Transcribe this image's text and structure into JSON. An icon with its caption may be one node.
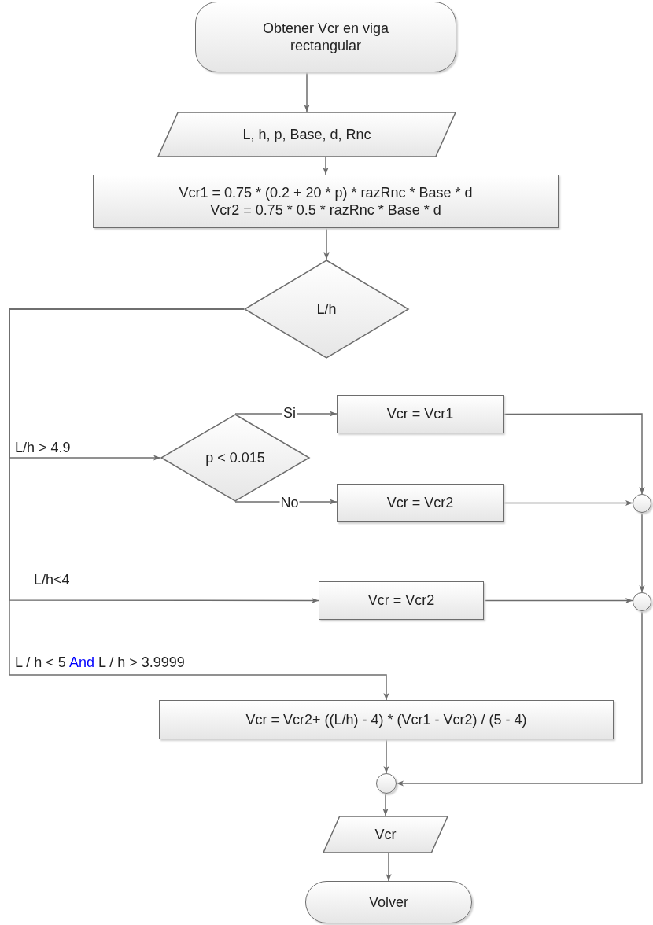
{
  "diagram": {
    "nodes": [
      {
        "text": [
          "Obtener Vcr en viga rectangular"
        ]
      },
      {
        "text": [
          "L, h, p, Base, d, Rnc"
        ]
      },
      {
        "text": [
          "Vcr1 = 0.75 * (0.2 + 20 * p) * razRnc * Base * d",
          "Vcr2 = 0.75 * 0.5 * razRnc * Base * d"
        ]
      },
      {
        "text": [
          "L/h"
        ]
      },
      {
        "text": [
          "p < 0.015"
        ]
      },
      {
        "text": [
          "Vcr = Vcr1"
        ]
      },
      {
        "text": [
          "Vcr = Vcr2"
        ]
      },
      {
        "text": [],
        "shape": "circle"
      },
      {
        "text": [
          "Vcr = Vcr2"
        ]
      },
      {
        "text": [],
        "shape": "circle"
      },
      {
        "text": [
          "Vcr = Vcr2+ ((L/h) - 4) * (Vcr1 - Vcr2) / (5 - 4)"
        ]
      },
      {
        "text": [],
        "shape": "circle"
      },
      {
        "text": [
          "Vcr"
        ]
      },
      {
        "text": [
          "Volver"
        ]
      }
    ],
    "edges": [
      {
        "from": 0,
        "to": 1,
        "arrow": "to"
      },
      {
        "from": 1,
        "to": 2,
        "arrow": "to"
      },
      {
        "from": 2,
        "to": 3,
        "arrow": "to"
      },
      {
        "from": 3,
        "to": 4,
        "arrow": "to",
        "label": "L/h > 4.9"
      },
      {
        "from": 3,
        "to": 8,
        "arrow": "to",
        "label": "L/h<4"
      },
      {
        "from": 3,
        "to": 10,
        "arrow": "to",
        "label": "L / h < 5 *And* L / h > 3.9999"
      },
      {
        "from": 4,
        "to": 5,
        "arrow": "to",
        "label": "Si"
      },
      {
        "from": 4,
        "to": 6,
        "arrow": "to",
        "label": "No"
      },
      {
        "from": 5,
        "to": 7,
        "arrow": "to"
      },
      {
        "from": 6,
        "to": 7,
        "arrow": "to"
      },
      {
        "from": 7,
        "to": 9,
        "arrow": "to"
      },
      {
        "from": 8,
        "to": 9,
        "arrow": "to"
      },
      {
        "from": 9,
        "to": 11,
        "arrow": "to"
      },
      {
        "from": 10,
        "to": 11,
        "arrow": "to"
      },
      {
        "from": 11,
        "to": 12,
        "arrow": "to"
      },
      {
        "from": 12,
        "to": 13,
        "arrow": "to"
      }
    ]
  }
}
